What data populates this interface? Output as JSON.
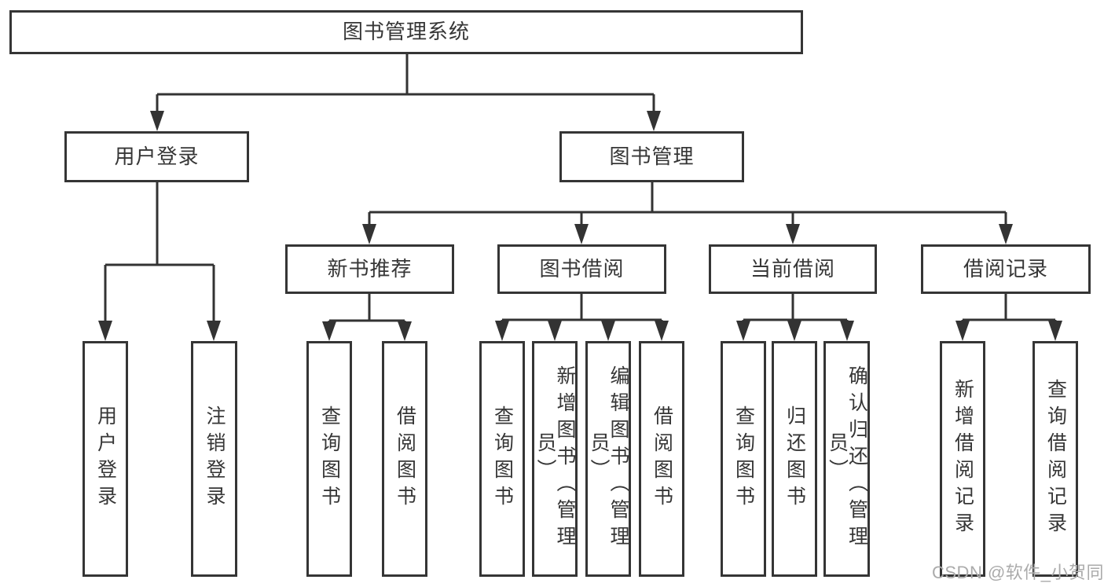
{
  "diagram": {
    "title_node": {
      "label": "图书管理系统"
    },
    "branches": [
      {
        "label": "用户登录",
        "leaves": [
          "用户登录",
          "注销登录"
        ]
      },
      {
        "label": "图书管理",
        "groups": [
          {
            "label": "新书推荐",
            "leaves": [
              "查询图书",
              "借阅图书"
            ]
          },
          {
            "label": "图书借阅",
            "leaves": [
              "查询图书",
              "新增图书（管理员）",
              "编辑图书（管理员）",
              "借阅图书"
            ]
          },
          {
            "label": "当前借阅",
            "leaves": [
              "查询图书",
              "归还图书",
              "确认归还（管理员）"
            ]
          },
          {
            "label": "借阅记录",
            "leaves": [
              "新增借阅记录",
              "查询借阅记录"
            ]
          }
        ]
      }
    ],
    "watermark": "CSDN @软件_小贺同学",
    "colors": {
      "background": "#ffffff",
      "line": "#333333",
      "box_border": "#353535",
      "text": "#363636",
      "watermark": "#ababab"
    }
  }
}
